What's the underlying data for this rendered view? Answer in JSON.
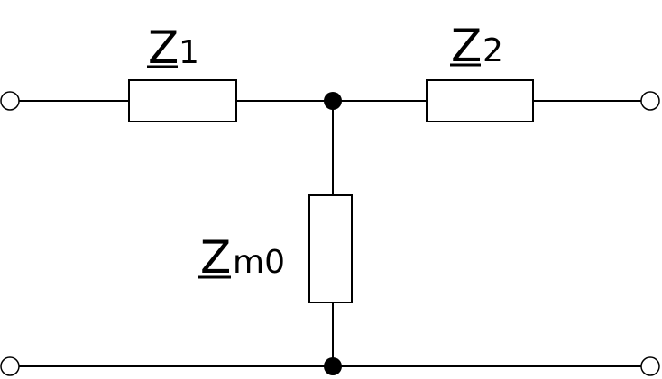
{
  "diagram": {
    "labels": {
      "z1": {
        "main": "Z",
        "sub": "1"
      },
      "z2": {
        "main": "Z",
        "sub": "2"
      },
      "zm": {
        "main": "Z",
        "sub": "m0"
      }
    },
    "colors": {
      "line": "#000000",
      "background": "#ffffff"
    }
  }
}
